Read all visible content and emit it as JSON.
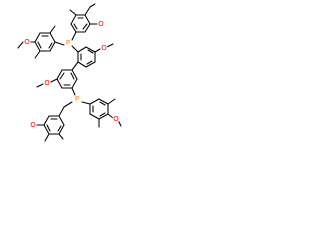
{
  "diagram": {
    "kind": "skeletal-structure",
    "colors": {
      "bond": "#000000",
      "oxygen": "#ff0000",
      "phosphorus": "#ff8000",
      "background": "#ffffff"
    },
    "atom_labels": {
      "O1": "O",
      "O2": "O",
      "O3": "O",
      "O4": "O",
      "O5": "O",
      "O6": "O",
      "P1": "P",
      "P2": "P"
    }
  }
}
